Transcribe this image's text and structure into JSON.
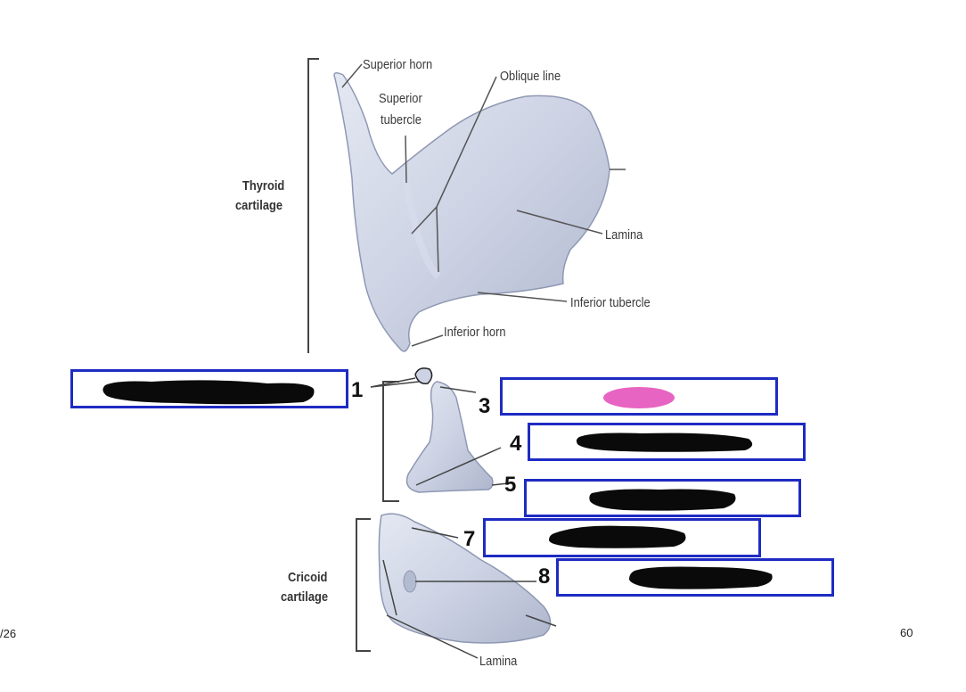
{
  "labels": {
    "superior_horn": "Superior horn",
    "oblique_line": "Oblique line",
    "superior_tubercle_1": "Superior",
    "superior_tubercle_2": "tubercle",
    "thyroid_1": "Thyroid",
    "thyroid_2": "cartilage",
    "lamina_top": "Lamina",
    "inferior_tubercle": "Inferior tubercle",
    "inferior_horn": "Inferior horn",
    "cricoid_1": "Cricoid",
    "cricoid_2": "cartilage",
    "lamina_bottom": "Lamina"
  },
  "numbers": {
    "n1": "1",
    "n3": "3",
    "n4": "4",
    "n5": "5",
    "n7": "7",
    "n8": "8"
  },
  "footer": {
    "left": "/26",
    "page": "60"
  },
  "colors": {
    "box_border": "#1e2bc3",
    "redaction": "#0a0a0a",
    "highlight": "#e864c2",
    "cartilage": "#c9d0e2"
  }
}
